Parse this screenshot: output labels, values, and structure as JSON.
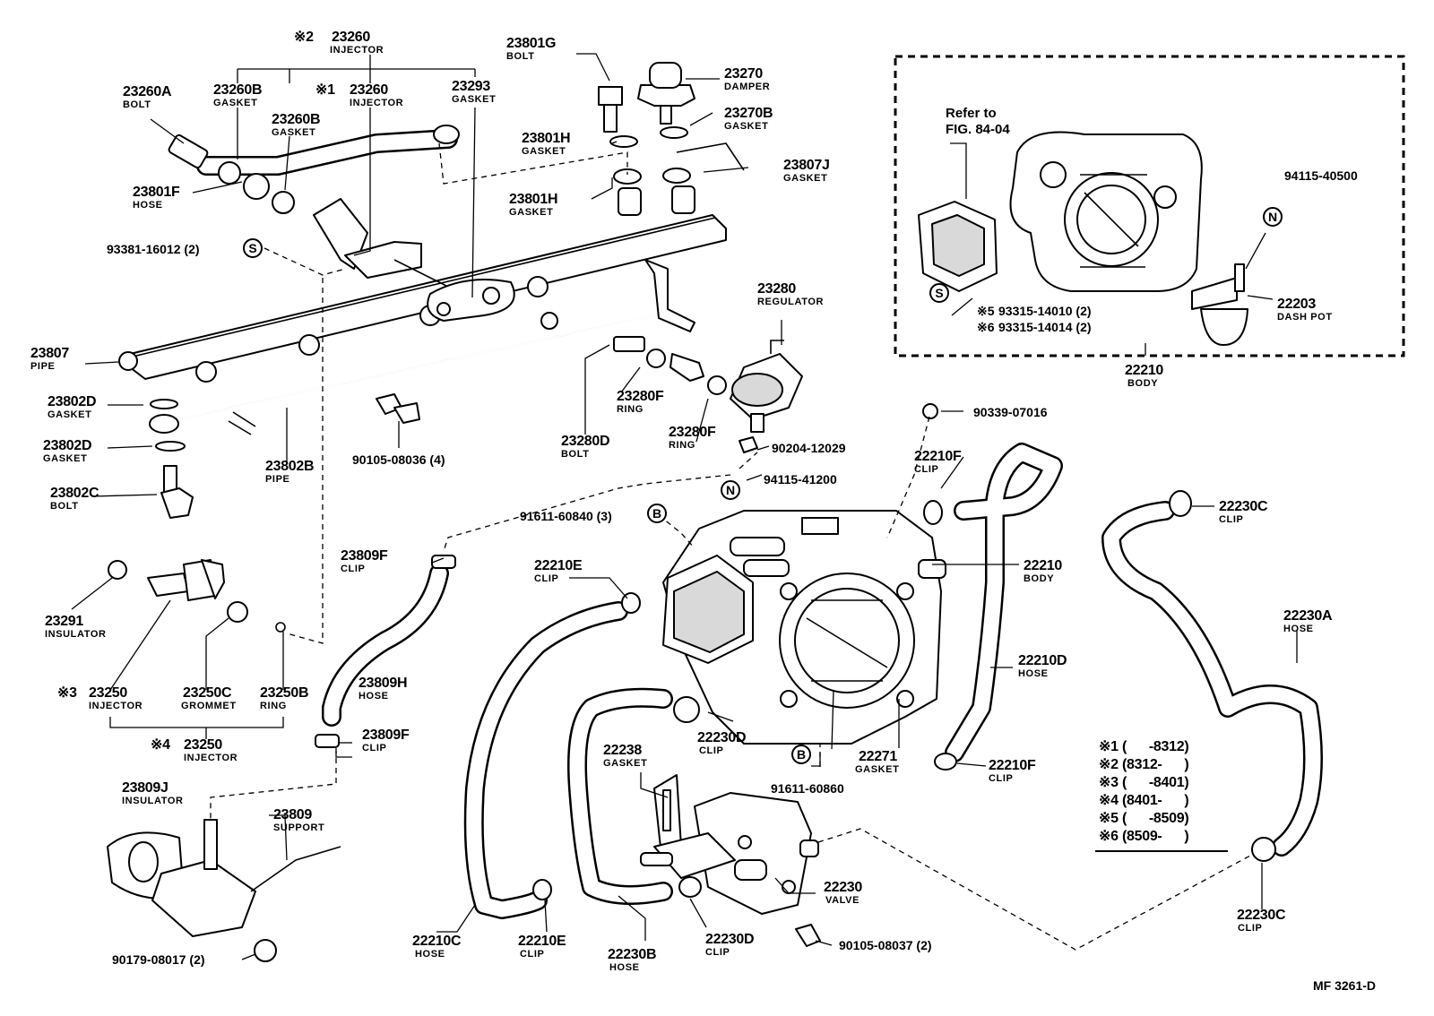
{
  "labels": {
    "l01": {
      "n": "23260",
      "t": "INJECTOR",
      "mark": "※2"
    },
    "l02": {
      "n": "23260",
      "t": "INJECTOR",
      "mark": "※1"
    },
    "l03": {
      "n": "23260A",
      "t": "BOLT"
    },
    "l04": {
      "n": "23260B",
      "t": "GASKET"
    },
    "l05": {
      "n": "23260B",
      "t": "GASKET"
    },
    "l06": {
      "n": "23293",
      "t": "GASKET"
    },
    "l07": {
      "n": "23801F",
      "t": "HOSE"
    },
    "l08": {
      "n": "23801G",
      "t": "BOLT"
    },
    "l09": {
      "n": "23270",
      "t": "DAMPER"
    },
    "l10": {
      "n": "23270B",
      "t": "GASKET"
    },
    "l11": {
      "n": "23801H",
      "t": "GASKET"
    },
    "l12": {
      "n": "23801H",
      "t": "GASKET"
    },
    "l13": {
      "n": "23807J",
      "t": "GASKET"
    },
    "l14": {
      "n": "23280",
      "t": "REGULATOR"
    },
    "l15": {
      "n": "23807",
      "t": "PIPE"
    },
    "l16": {
      "n": "23802D",
      "t": "GASKET"
    },
    "l17": {
      "n": "23802D",
      "t": "GASKET"
    },
    "l18": {
      "n": "23802C",
      "t": "BOLT"
    },
    "l19": {
      "n": "23802B",
      "t": "PIPE"
    },
    "l20": {
      "n": "23280F",
      "t": "RING"
    },
    "l21": {
      "n": "23280F",
      "t": "RING"
    },
    "l22": {
      "n": "23280D",
      "t": "BOLT"
    },
    "l23": {
      "n": "23809F",
      "t": "CLIP"
    },
    "l24": {
      "n": "23809H",
      "t": "HOSE"
    },
    "l25": {
      "n": "23809F",
      "t": "CLIP"
    },
    "l26": {
      "n": "23291",
      "t": "INSULATOR"
    },
    "l27": {
      "n": "23250",
      "t": "INJECTOR",
      "mark": "※3"
    },
    "l28": {
      "n": "23250C",
      "t": "GROMMET"
    },
    "l29": {
      "n": "23250B",
      "t": "RING"
    },
    "l30": {
      "n": "23250",
      "t": "INJECTOR",
      "mark": "※4"
    },
    "l31": {
      "n": "23809J",
      "t": "INSULATOR"
    },
    "l32": {
      "n": "23809",
      "t": "SUPPORT"
    },
    "l33": {
      "n": "22210E",
      "t": "CLIP"
    },
    "l34": {
      "n": "22210E",
      "t": "CLIP"
    },
    "l35": {
      "n": "22210C",
      "t": "HOSE"
    },
    "l36": {
      "n": "22230B",
      "t": "HOSE"
    },
    "l37": {
      "n": "22230D",
      "t": "CLIP"
    },
    "l38": {
      "n": "22230D",
      "t": "CLIP"
    },
    "l39": {
      "n": "22238",
      "t": "GASKET"
    },
    "l40": {
      "n": "22230",
      "t": "VALVE"
    },
    "l41": {
      "n": "22271",
      "t": "GASKET"
    },
    "l42": {
      "n": "22210",
      "t": "BODY"
    },
    "l43": {
      "n": "22210D",
      "t": "HOSE"
    },
    "l44": {
      "n": "22210F",
      "t": "CLIP"
    },
    "l45": {
      "n": "22210F",
      "t": "CLIP"
    },
    "l46": {
      "n": "22230C",
      "t": "CLIP"
    },
    "l47": {
      "n": "22230A",
      "t": "HOSE"
    },
    "l48": {
      "n": "22230C",
      "t": "CLIP"
    },
    "l49": {
      "n": "22203",
      "t": "DASH POT"
    },
    "l50": {
      "n": "22210",
      "t": "BODY"
    }
  },
  "refs": {
    "r01": "93381-16012 (2)",
    "r02": "90105-08036 (4)",
    "r03": "90204-12029",
    "r04": "94115-41200",
    "r05": "91611-60840 (3)",
    "r06": "90339-07016",
    "r07": "91611-60860",
    "r08": "90105-08037 (2)",
    "r09": "90179-08017 (2)",
    "r10": "94115-40500",
    "r11": "93315-14010 (2)",
    "r12": "93315-14014 (2)"
  },
  "inset": {
    "refer_line1": "Refer to",
    "refer_line2": "FIG. 84-04",
    "mark5": "※5",
    "mark6": "※6"
  },
  "symbols": {
    "s": "S",
    "n": "N",
    "b": "B"
  },
  "applicability": [
    {
      "mark": "※1",
      "range": "(      -8312)"
    },
    {
      "mark": "※2",
      "range": "(8312-      )"
    },
    {
      "mark": "※3",
      "range": "(      -8401)"
    },
    {
      "mark": "※4",
      "range": "(8401-      )"
    },
    {
      "mark": "※5",
      "range": "(      -8509)"
    },
    {
      "mark": "※6",
      "range": "(8509-      )"
    }
  ],
  "figure_code": "MF  3261-D"
}
